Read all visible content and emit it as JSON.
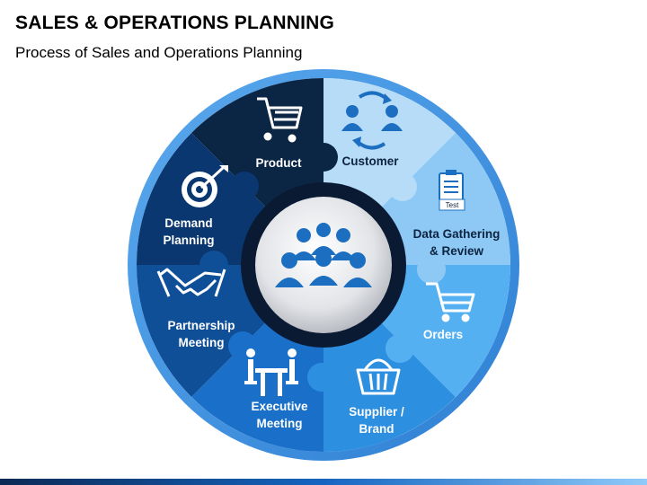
{
  "title": "SALES & OPERATIONS PLANNING",
  "subtitle": "Process of Sales and Operations Planning",
  "segments": [
    {
      "label_line1": "Product",
      "label_line2": "",
      "icon": "shopping-cart-icon"
    },
    {
      "label_line1": "Customer",
      "label_line2": "",
      "icon": "customer-exchange-icon"
    },
    {
      "label_line1": "Data Gathering",
      "label_line2": "& Review",
      "icon": "clipboard-test-icon",
      "icon_text": "Test"
    },
    {
      "label_line1": "Orders",
      "label_line2": "",
      "icon": "cart-icon"
    },
    {
      "label_line1": "Supplier /",
      "label_line2": "Brand",
      "icon": "basket-icon"
    },
    {
      "label_line1": "Executive",
      "label_line2": "Meeting",
      "icon": "meeting-table-icon"
    },
    {
      "label_line1": "Partnership",
      "label_line2": "Meeting",
      "icon": "handshake-icon"
    },
    {
      "label_line1": "Demand",
      "label_line2": "Planning",
      "icon": "target-icon"
    }
  ],
  "center": {
    "icon": "team-group-icon"
  },
  "colors": {
    "outer_ring": "#4a90e2",
    "dark_navy": "#0b2545",
    "light_blue": "#8ec9f5",
    "mid_blue": "#42a5f5",
    "center_ring": "#0a1a33"
  }
}
